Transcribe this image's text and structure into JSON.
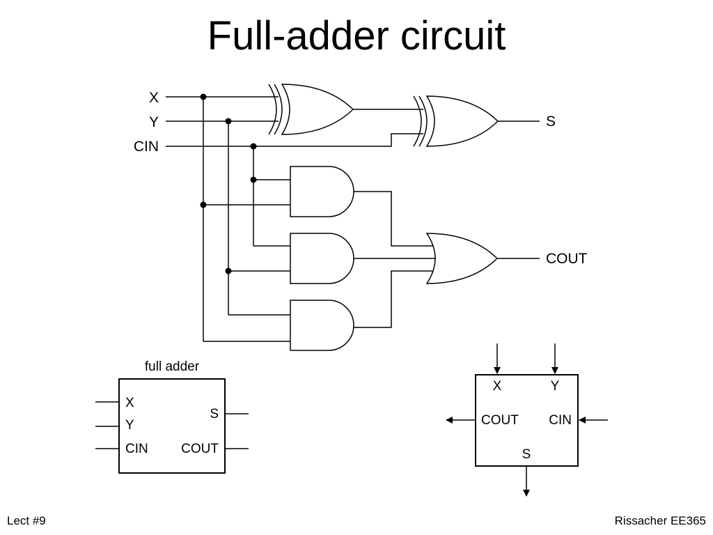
{
  "slide": {
    "title": "Full-adder circuit",
    "footer_left": "Lect #9",
    "footer_right": "Rissacher EE365"
  },
  "circuit": {
    "inputs": [
      "X",
      "Y",
      "CIN"
    ],
    "outputs": [
      "S",
      "COUT"
    ],
    "gates": [
      {
        "name": "xor-gate-1",
        "type": "XOR",
        "inputs": [
          "X",
          "Y"
        ]
      },
      {
        "name": "xor-gate-2",
        "type": "XOR",
        "inputs": [
          "xor-gate-1",
          "CIN"
        ],
        "output": "S"
      },
      {
        "name": "and-gate-1",
        "type": "AND",
        "inputs": [
          "CIN",
          "X"
        ]
      },
      {
        "name": "and-gate-2",
        "type": "AND",
        "inputs": [
          "CIN",
          "Y"
        ]
      },
      {
        "name": "and-gate-3",
        "type": "AND",
        "inputs": [
          "Y",
          "X"
        ]
      },
      {
        "name": "or-gate",
        "type": "OR",
        "inputs": [
          "and-gate-1",
          "and-gate-2",
          "and-gate-3"
        ],
        "output": "COUT"
      }
    ]
  },
  "block_symbol": {
    "caption": "full adder",
    "caption_color": "#1f6fbf",
    "left_pins": [
      "X",
      "Y",
      "CIN"
    ],
    "right_pins": [
      "S",
      "COUT"
    ]
  },
  "alt_symbol": {
    "top_pins": [
      "X",
      "Y"
    ],
    "left_pin": "COUT",
    "right_pin": "CIN",
    "bottom_pin": "S"
  }
}
